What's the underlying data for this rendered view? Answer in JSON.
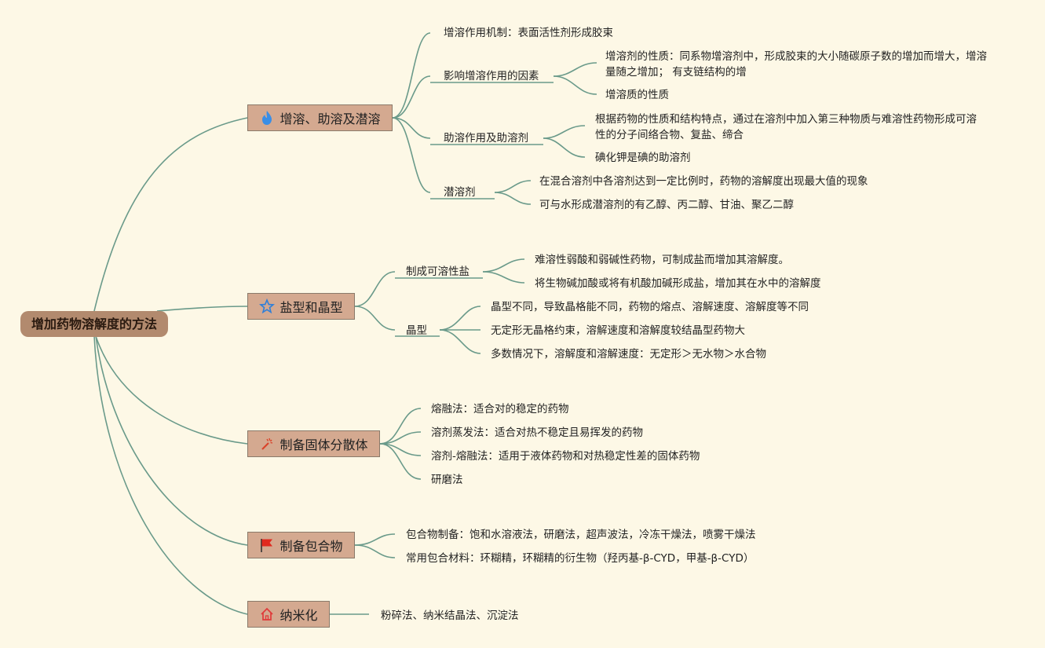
{
  "root": {
    "label": "增加药物溶解度的方法"
  },
  "branches": [
    {
      "label": "增溶、助溶及潜溶",
      "icon": "flame-icon",
      "children": [
        {
          "label": "增溶作用机制：表面活性剂形成胶束"
        },
        {
          "label": "影响增溶作用的因素",
          "children": [
            {
              "label": "增溶剂的性质：同系物增溶剂中，形成胶束的大小随碳原子数的增加而增大，增溶量随之增加； 有支链结构的增"
            },
            {
              "label": "增溶质的性质"
            }
          ]
        },
        {
          "label": "助溶作用及助溶剂",
          "children": [
            {
              "label": "根据药物的性质和结构特点，通过在溶剂中加入第三种物质与难溶性药物形成可溶性的分子间络合物、复盐、缔合"
            },
            {
              "label": "碘化钾是碘的助溶剂"
            }
          ]
        },
        {
          "label": "潜溶剂",
          "children": [
            {
              "label": "在混合溶剂中各溶剂达到一定比例时，药物的溶解度出现最大值的现象"
            },
            {
              "label": "可与水形成潜溶剂的有乙醇、丙二醇、甘油、聚乙二醇"
            }
          ]
        }
      ]
    },
    {
      "label": "盐型和晶型",
      "icon": "star-icon",
      "children": [
        {
          "label": "制成可溶性盐",
          "children": [
            {
              "label": "难溶性弱酸和弱碱性药物，可制成盐而增加其溶解度。"
            },
            {
              "label": "将生物碱加酸或将有机酸加碱形成盐，增加其在水中的溶解度"
            }
          ]
        },
        {
          "label": "晶型",
          "children": [
            {
              "label": "晶型不同，导致晶格能不同，药物的熔点、溶解速度、溶解度等不同"
            },
            {
              "label": "无定形无晶格约束，溶解速度和溶解度较结晶型药物大"
            },
            {
              "label": "多数情况下，溶解度和溶解速度：无定形＞无水物＞水合物"
            }
          ]
        }
      ]
    },
    {
      "label": "制备固体分散体",
      "icon": "magic-wand-icon",
      "children": [
        {
          "label": "熔融法：适合对的稳定的药物"
        },
        {
          "label": "溶剂蒸发法：适合对热不稳定且易挥发的药物"
        },
        {
          "label": "溶剂-熔融法：适用于液体药物和对热稳定性差的固体药物"
        },
        {
          "label": "研磨法"
        }
      ]
    },
    {
      "label": "制备包合物",
      "icon": "flag-icon",
      "children": [
        {
          "label": "包合物制备：饱和水溶液法，研磨法，超声波法，冷冻干燥法，喷雾干燥法"
        },
        {
          "label": "常用包合材料：环糊精，环糊精的衍生物（羟丙基-β-CYD，甲基-β-CYD）"
        }
      ]
    },
    {
      "label": "纳米化",
      "icon": "home-icon",
      "children": [
        {
          "label": "粉碎法、纳米结晶法、沉淀法"
        }
      ]
    }
  ],
  "colors": {
    "background": "#fdf8e6",
    "link": "#6a9a8a",
    "root_fill": "#b28a6e",
    "branch_fill": "#d4a990"
  }
}
